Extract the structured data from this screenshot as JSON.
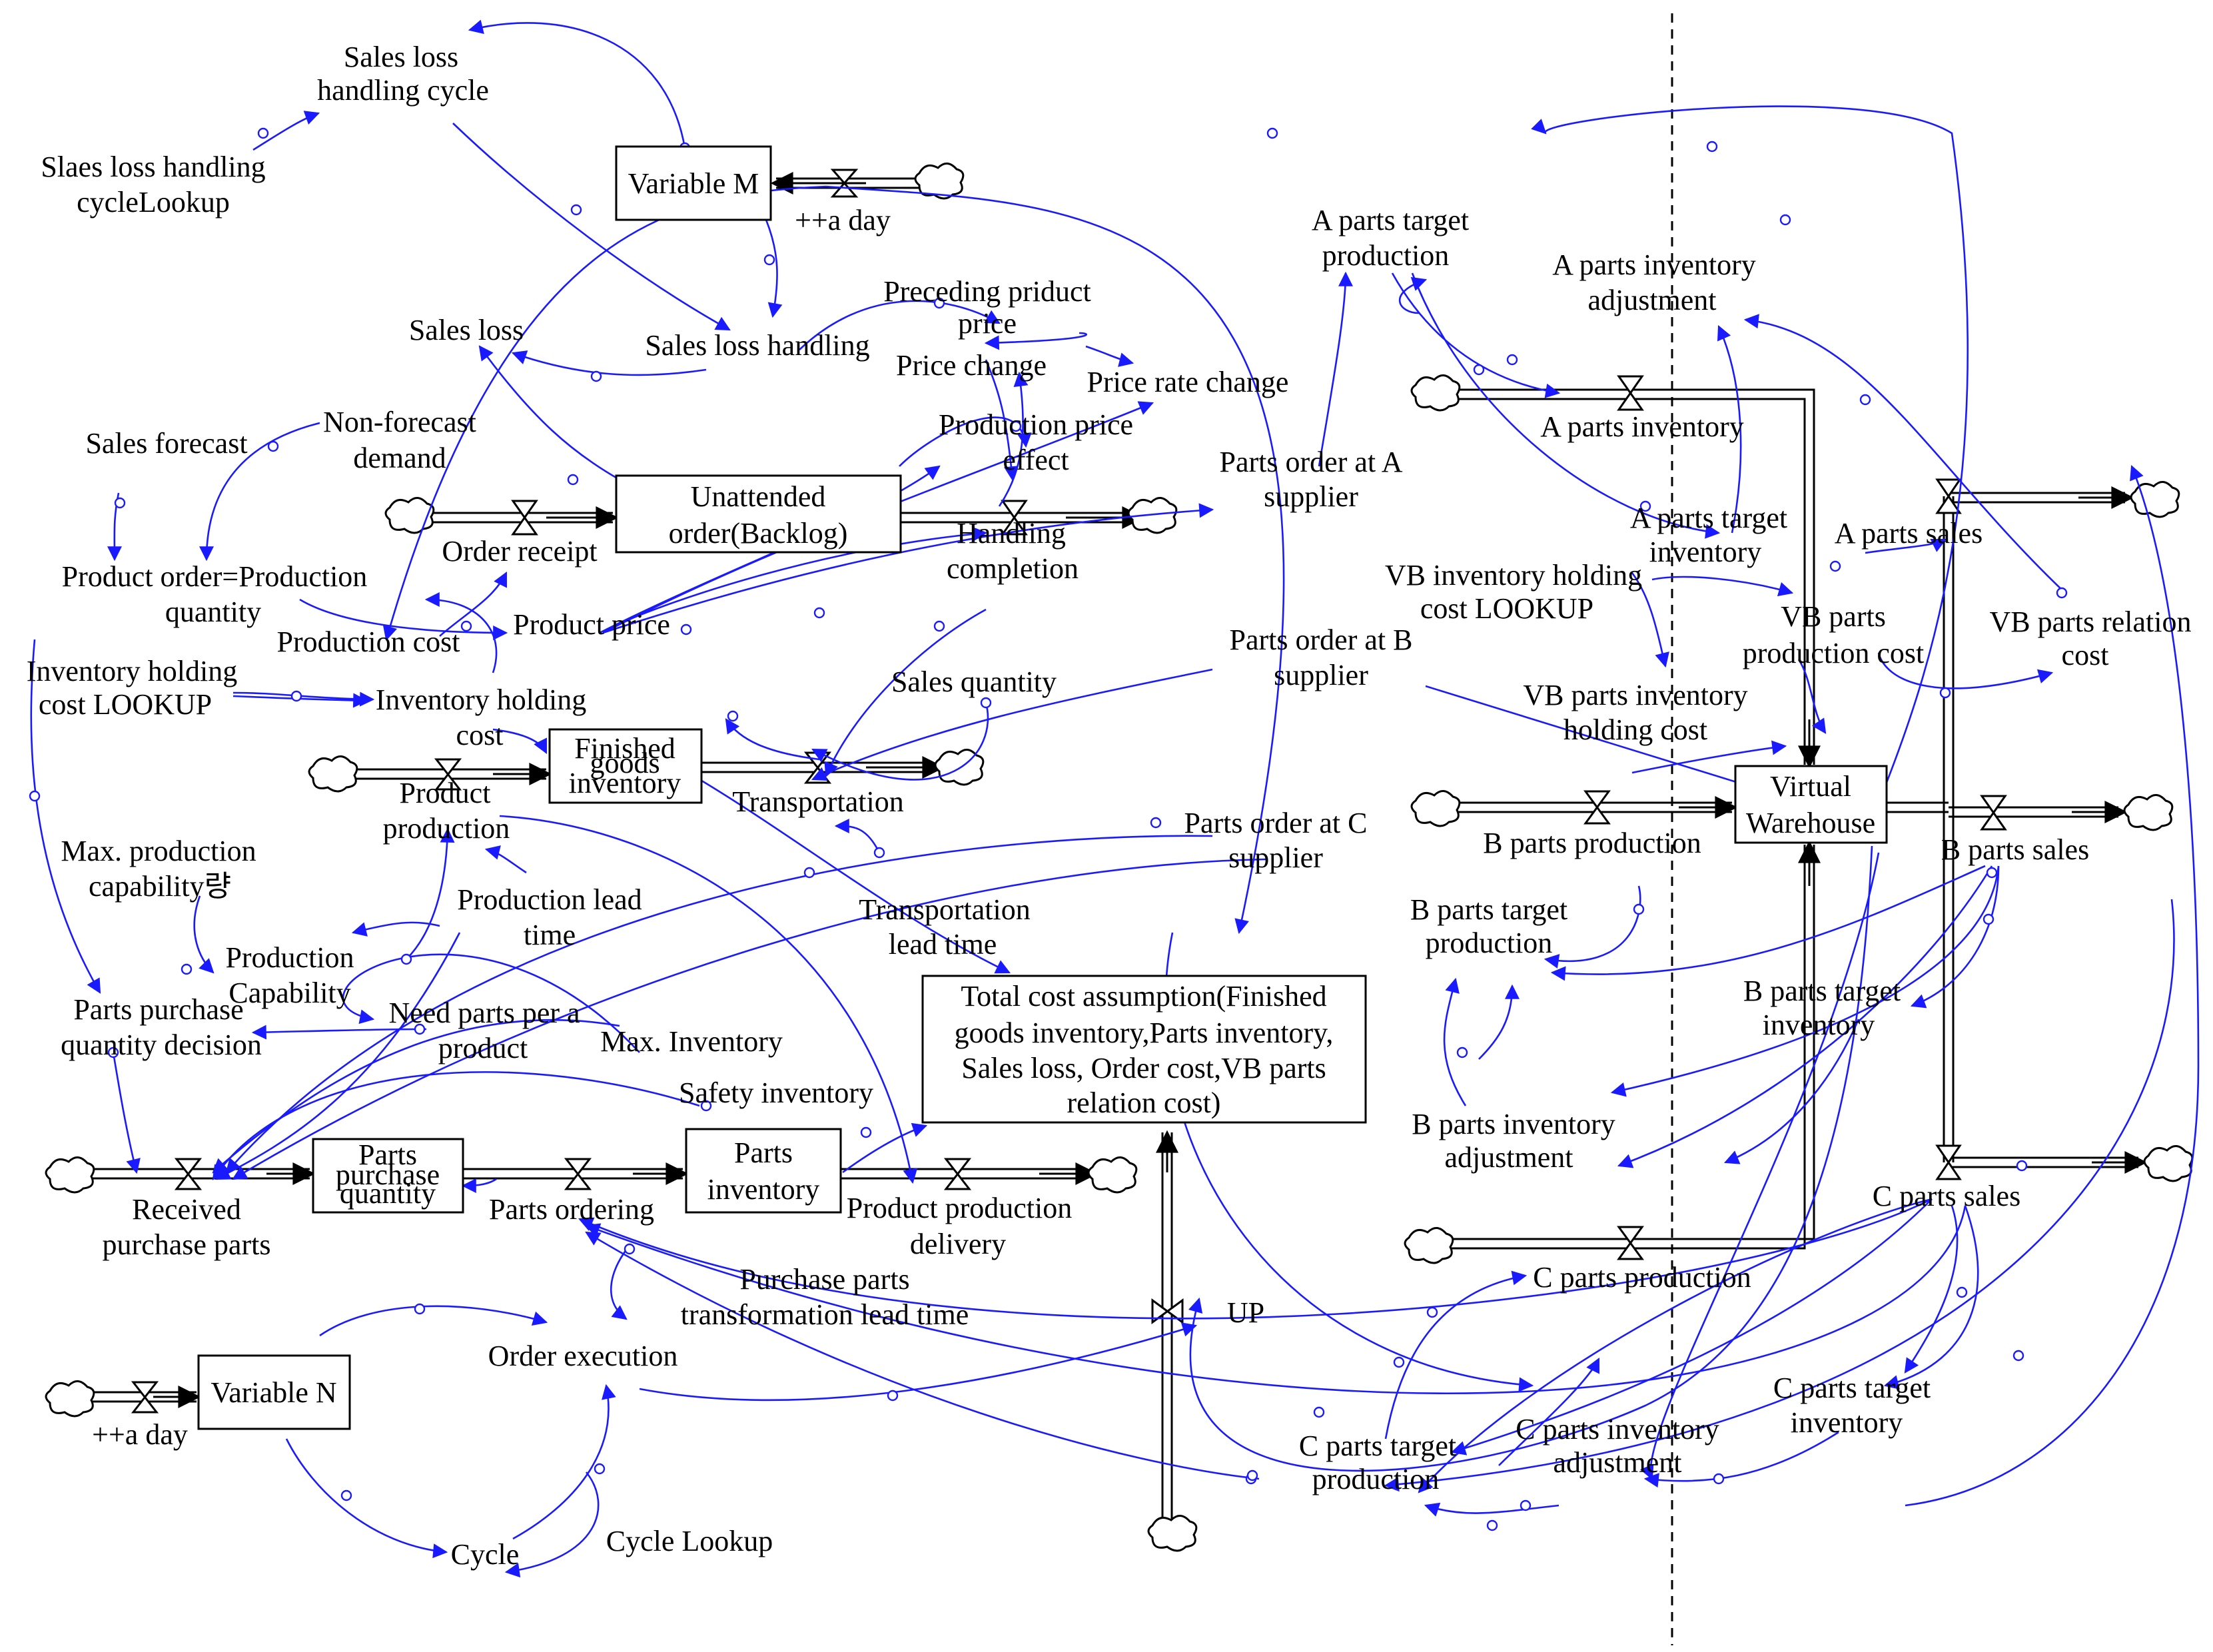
{
  "colors": {
    "link": "#1a1aff",
    "stock_border": "#000000",
    "background": "#ffffff"
  },
  "stocks": {
    "variable_m": "Variable M",
    "unattended_order_line1": "Unattended",
    "unattended_order_line2": "order(Backlog)",
    "finished_goods_line1": "Finished",
    "finished_goods_line2": "goods",
    "finished_goods_line3": "inventory",
    "parts_purchase_line1": "Parts",
    "parts_purchase_line2": "purchase",
    "parts_purchase_line3": "quantity",
    "parts_inventory_line1": "Parts",
    "parts_inventory_line2": "inventory",
    "variable_n": "Variable N",
    "total_cost_line1": "Total cost assumption(Finished",
    "total_cost_line2": "goods inventory,Parts inventory,",
    "total_cost_line3": "Sales loss, Order cost,VB parts",
    "total_cost_line4": "relation cost)",
    "virtual_warehouse_line1": "Virtual",
    "virtual_warehouse_line2": "Warehouse"
  },
  "labels": {
    "sales_loss_cycle_1": "Sales loss",
    "sales_loss_cycle_2": "handling cycle",
    "slaes_lookup_1": "Slaes loss handling",
    "slaes_lookup_2": "cycleLookup",
    "a_day_top": "++a day",
    "sales_loss": "Sales loss",
    "sales_loss_handling": "Sales loss handling",
    "preceding_price_1": "Preceding priduct",
    "preceding_price_2": "price",
    "price_change": "Price change",
    "price_rate_change": "Price rate change",
    "production_price_effect_1": "Production price",
    "production_price_effect_2": "effect",
    "sales_forecast": "Sales forecast",
    "non_forecast_1": "Non-forecast",
    "non_forecast_2": "demand",
    "order_receipt": "Order receipt",
    "handling_completion_1": "Handling",
    "handling_completion_2": "completion",
    "product_order_1": "Product order=Production",
    "product_order_2": "quantity",
    "production_cost": "Production cost",
    "product_price": "Product price",
    "inv_holding_lookup_1": "Inventory holding",
    "inv_holding_lookup_2": "cost LOOKUP",
    "inv_holding_cost_1": "Inventory holding",
    "inv_holding_cost_2": "cost",
    "sales_quantity": "Sales quantity",
    "product_production_1": "Product",
    "product_production_2": "production",
    "transportation": "Transportation",
    "max_production_1": "Max. production",
    "max_production_2": "capability량",
    "production_lead_time_1": "Production lead",
    "production_lead_time_2": "time",
    "transport_lead_time_1": "Transportation",
    "transport_lead_time_2": "lead time",
    "production_capability_1": "Production",
    "production_capability_2": "Capability",
    "parts_purchase_decision_1": "Parts purchase",
    "parts_purchase_decision_2": "quantity decision",
    "need_parts_1": "Need parts per a",
    "need_parts_2": "product",
    "max_inventory": "Max. Inventory",
    "safety_inventory": "Safety inventory",
    "received_parts_1": "Received",
    "received_parts_2": "purchase parts",
    "parts_ordering": "Parts ordering",
    "product_production_delivery_1": "Product production",
    "product_production_delivery_2": "delivery",
    "purchase_lead_time_1": "Purchase parts",
    "purchase_lead_time_2": "transformation lead time",
    "order_execution": "Order execution",
    "a_day_bottom": "++a day",
    "cycle": "Cycle",
    "cycle_lookup": "Cycle Lookup",
    "up": "UP",
    "parts_order_a_1": "Parts order at A",
    "parts_order_a_2": "supplier",
    "parts_order_b_1": "Parts order at B",
    "parts_order_b_2": "supplier",
    "parts_order_c_1": "Parts order at C",
    "parts_order_c_2": "supplier",
    "a_target_prod_1": "A parts target",
    "a_target_prod_2": "production",
    "a_inv_adj_1": "A parts inventory",
    "a_inv_adj_2": "adjustment",
    "a_parts_inventory": "A parts inventory",
    "a_target_inv_1": "A parts target",
    "a_target_inv_2": "inventory",
    "a_parts_sales": "A parts sales",
    "vb_lookup_1": "VB inventory holding",
    "vb_lookup_2": "cost LOOKUP",
    "vb_prod_cost_1": "VB parts",
    "vb_prod_cost_2": "production cost",
    "vb_relation_cost_1": "VB parts relation",
    "vb_relation_cost_2": "cost",
    "vb_inv_holding_1": "VB parts inventory",
    "vb_inv_holding_2": "holding cost",
    "b_parts_production": "B parts production",
    "b_parts_sales": "B parts sales",
    "b_target_prod_1": "B parts target",
    "b_target_prod_2": "production",
    "b_target_inv_1": "B parts target",
    "b_target_inv_2": "inventory",
    "b_inv_adj_1": "B parts inventory",
    "b_inv_adj_2": "adjustment",
    "c_parts_sales": "C parts sales",
    "c_parts_production": "C parts production",
    "c_target_inv_1": "C parts target",
    "c_target_inv_2": "inventory",
    "c_inv_adj_1": "C parts inventory",
    "c_inv_adj_2": "adjustment",
    "c_target_prod_1": "C parts target",
    "c_target_prod_2": "production"
  }
}
